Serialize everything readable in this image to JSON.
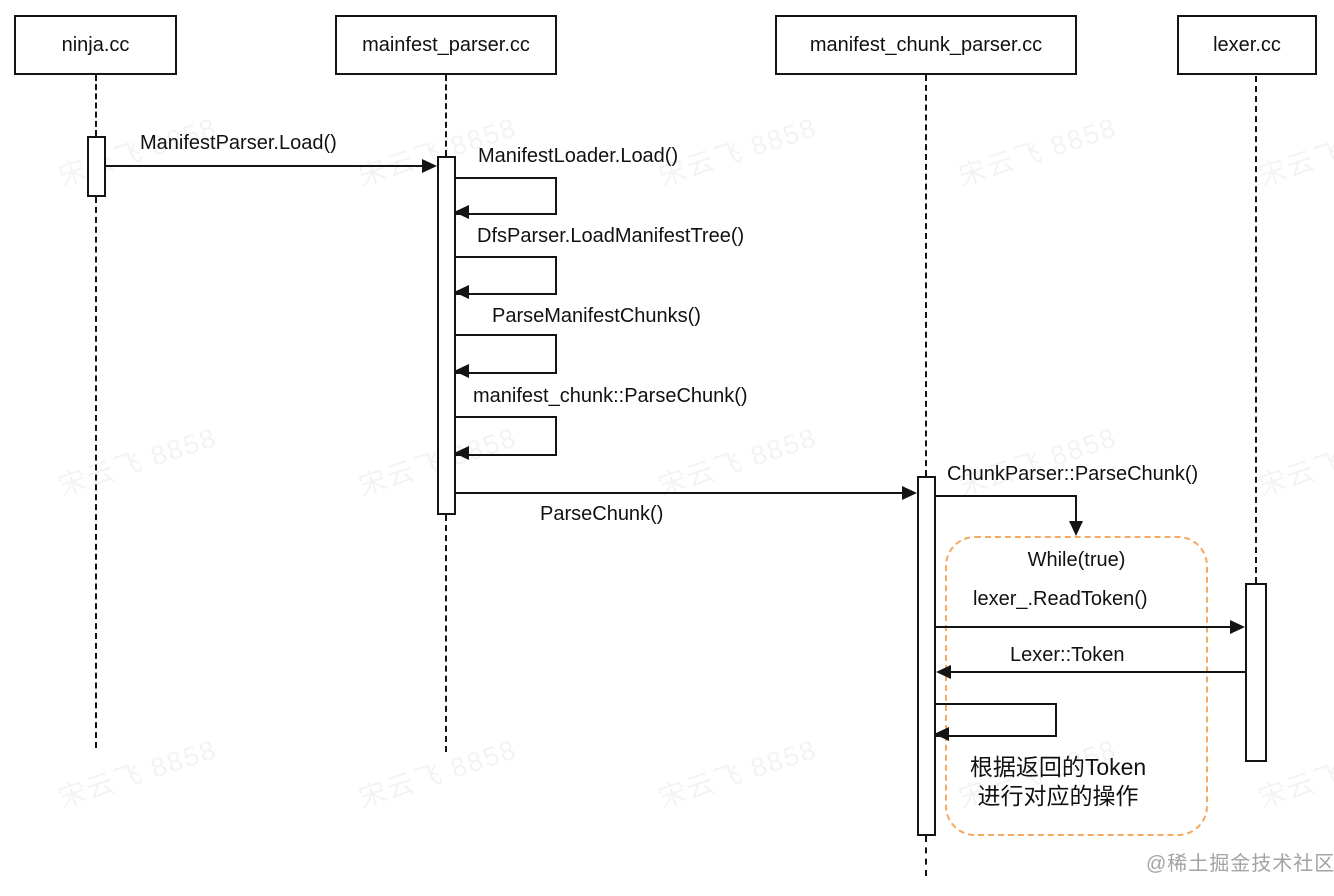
{
  "diagram": {
    "type": "uml-sequence-diagram",
    "participants": [
      {
        "id": "ninja",
        "label": "ninja.cc"
      },
      {
        "id": "mainfest_parser",
        "label": "mainfest_parser.cc"
      },
      {
        "id": "manifest_chunk_parser",
        "label": "manifest_chunk_parser.cc"
      },
      {
        "id": "lexer",
        "label": "lexer.cc"
      }
    ],
    "messages": {
      "manifest_parser_load": "ManifestParser.Load()",
      "manifest_loader_load": "ManifestLoader.Load()",
      "dfs_parser_load_tree": "DfsParser.LoadManifestTree()",
      "parse_manifest_chunks": "ParseManifestChunks()",
      "manifest_chunk_parse": "manifest_chunk::ParseChunk()",
      "parse_chunk": "ParseChunk()",
      "chunk_parser_parse": "ChunkParser::ParseChunk()",
      "lexer_read_token": "lexer_.ReadToken()",
      "lexer_token": "Lexer::Token"
    },
    "loop": {
      "title": "While(true)",
      "note_line1": "根据返回的Token",
      "note_line2": "进行对应的操作"
    },
    "colors": {
      "loop_border": "#f5a962",
      "line": "#141414",
      "credit_text": "#a3a3a3"
    },
    "watermark": {
      "tile_text": "宋云飞 8858",
      "credit": "@稀土掘金技术社区"
    }
  }
}
